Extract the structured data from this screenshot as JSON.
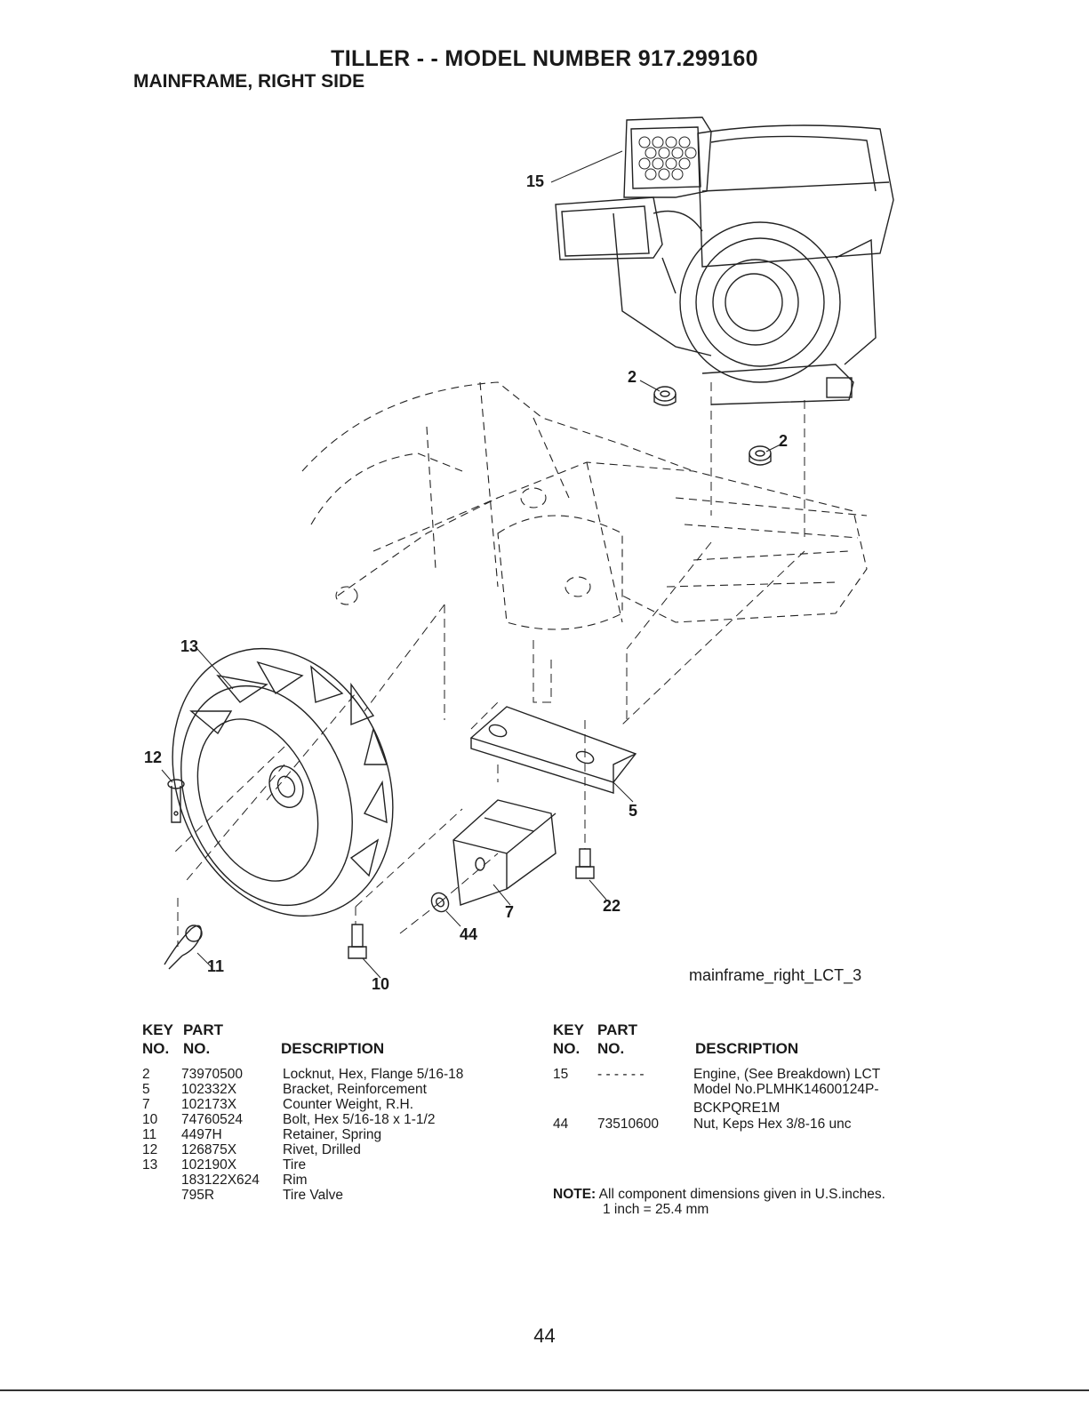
{
  "header": {
    "title": "TILLER - - MODEL NUMBER 917.299160",
    "subtitle": "MAINFRAME, RIGHT SIDE"
  },
  "diagram": {
    "caption": "mainframe_right_LCT_3",
    "callouts": {
      "c15": "15",
      "c2a": "2",
      "c2b": "2",
      "c13": "13",
      "c12": "12",
      "c5": "5",
      "c22": "22",
      "c7": "7",
      "c44": "44",
      "c11": "11",
      "c10": "10"
    }
  },
  "parts_left": {
    "head_key_1": "KEY",
    "head_key_2": "NO.",
    "head_part_1": "PART",
    "head_part_2": "NO.",
    "head_desc": "DESCRIPTION",
    "rows": [
      {
        "key": "2",
        "part": "73970500",
        "desc": "Locknut, Hex, Flange 5/16-18"
      },
      {
        "key": "5",
        "part": "102332X",
        "desc": "Bracket, Reinforcement"
      },
      {
        "key": "7",
        "part": "102173X",
        "desc": "Counter Weight, R.H."
      },
      {
        "key": "10",
        "part": "74760524",
        "desc": "Bolt, Hex 5/16-18 x 1-1/2"
      },
      {
        "key": "11",
        "part": "4497H",
        "desc": "Retainer, Spring"
      },
      {
        "key": "12",
        "part": "126875X",
        "desc": "Rivet, Drilled"
      },
      {
        "key": "13",
        "part": "102190X",
        "desc": "Tire"
      },
      {
        "key": "",
        "part": "183122X624",
        "desc": "Rim"
      },
      {
        "key": "",
        "part": "795R",
        "desc": "Tire Valve"
      }
    ]
  },
  "parts_right": {
    "head_key_1": "KEY",
    "head_key_2": "NO.",
    "head_part_1": "PART",
    "head_part_2": "NO.",
    "head_desc": "DESCRIPTION",
    "rows": [
      {
        "key": "15",
        "part": "- - - - - -",
        "desc": "Engine, (See Breakdown) LCT"
      },
      {
        "key": "",
        "part": "",
        "desc": "Model No.PLMHK14600124P-"
      },
      {
        "key": "",
        "part": "",
        "desc": "BCKPQRE1M"
      },
      {
        "key": "44",
        "part": "73510600",
        "desc": "Nut, Keps Hex 3/8-16 unc"
      }
    ]
  },
  "note": {
    "label": "NOTE:",
    "line1": "All component dimensions given in U.S.inches.",
    "line2": "1 inch = 25.4 mm"
  },
  "page_number": "44"
}
